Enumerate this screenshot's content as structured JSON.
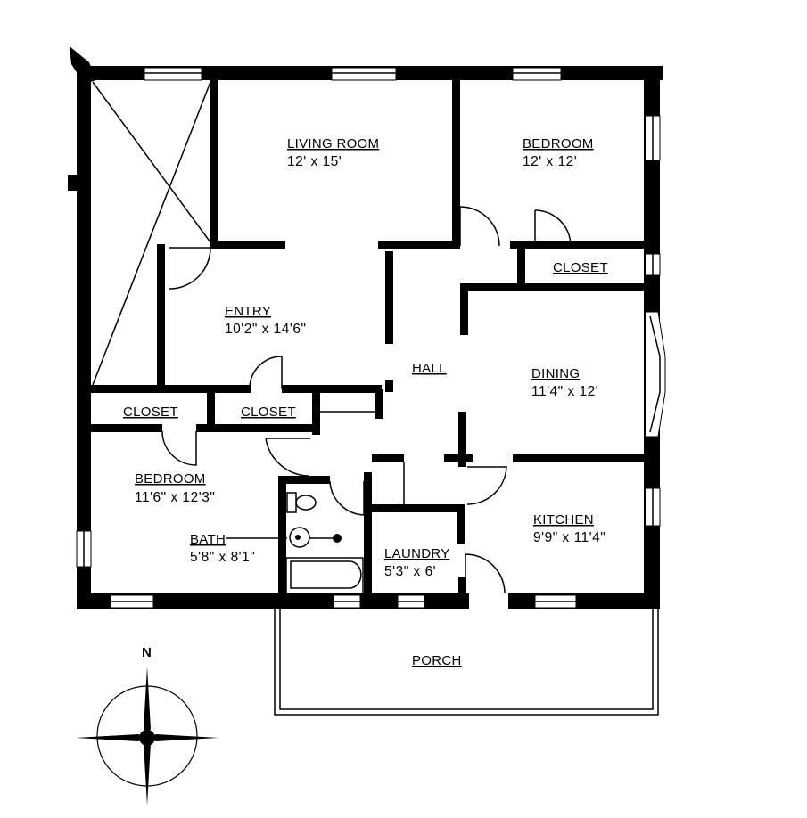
{
  "plan": {
    "rooms": [
      {
        "id": "living-room",
        "name": "LIVING ROOM",
        "dimensions": "12' x 15'"
      },
      {
        "id": "bedroom-ne",
        "name": "BEDROOM",
        "dimensions": "12' x 12'"
      },
      {
        "id": "closet-ne",
        "name": "CLOSET",
        "dimensions": ""
      },
      {
        "id": "entry",
        "name": "ENTRY",
        "dimensions": "10'2\" x 14'6\""
      },
      {
        "id": "hall",
        "name": "HALL",
        "dimensions": ""
      },
      {
        "id": "dining",
        "name": "DINING",
        "dimensions": "11'4\" x 12'"
      },
      {
        "id": "closet-w",
        "name": "CLOSET",
        "dimensions": ""
      },
      {
        "id": "closet-c",
        "name": "CLOSET",
        "dimensions": ""
      },
      {
        "id": "bedroom-sw",
        "name": "BEDROOM",
        "dimensions": "11'6\" x 12'3\""
      },
      {
        "id": "bath",
        "name": "BATH",
        "dimensions": "5'8\" x 8'1\""
      },
      {
        "id": "laundry",
        "name": "LAUNDRY",
        "dimensions": "5'3\" x 6'"
      },
      {
        "id": "kitchen",
        "name": "KITCHEN",
        "dimensions": "9'9\" x 11'4\""
      },
      {
        "id": "porch",
        "name": "PORCH",
        "dimensions": ""
      }
    ],
    "compass": {
      "label": "N",
      "icon": "compass-rose-icon"
    },
    "colors": {
      "wall": "#000000",
      "background": "#ffffff"
    }
  }
}
